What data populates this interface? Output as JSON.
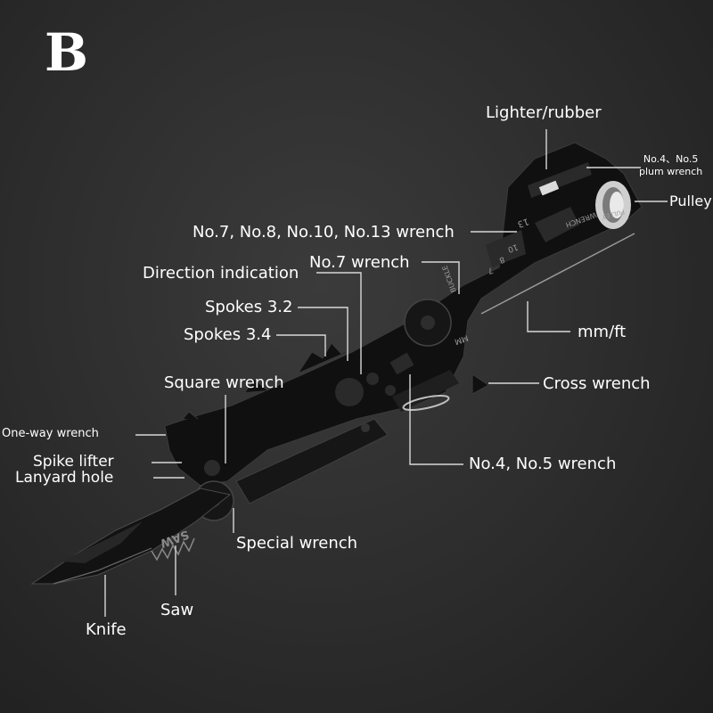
{
  "badge": "B",
  "labels": {
    "lighter": "Lighter/rubber",
    "plum_line1": "No.4、No.5",
    "plum_line2": "plum wrench",
    "pulley": "Pulley",
    "wrench_multi": "No.7, No.8, No.10, No.13 wrench",
    "direction": "Direction indication",
    "no7": "No.7 wrench",
    "spokes32": "Spokes 3.2",
    "spokes34": "Spokes 3.4",
    "mmft": "mm/ft",
    "square": "Square wrench",
    "cross": "Cross wrench",
    "oneway": "One-way wrench",
    "spike": "Spike lifter",
    "lanyard": "Lanyard hole",
    "no45": "No.4, No.5 wrench",
    "special": "Special wrench",
    "saw": "Saw",
    "knife": "Knife"
  },
  "engraving": {
    "wrench": "WRENCH",
    "buckle": "BUCKLE",
    "pulley": "PULLEY",
    "blade": "SAW",
    "mm": "MM",
    "sizes": [
      "13",
      "10",
      "8",
      "7"
    ]
  },
  "colors": {
    "background": "#2c2c2c",
    "tool": "#0e0e0e",
    "label_text": "#ffffff",
    "leader_line": "#d8d8d8"
  }
}
